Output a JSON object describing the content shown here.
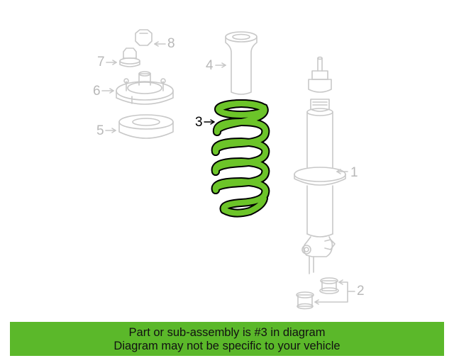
{
  "diagram": {
    "callouts": [
      {
        "id": "1",
        "label": "1",
        "highlighted": false
      },
      {
        "id": "2",
        "label": "2",
        "highlighted": false
      },
      {
        "id": "3",
        "label": "3",
        "highlighted": true
      },
      {
        "id": "4",
        "label": "4",
        "highlighted": false
      },
      {
        "id": "5",
        "label": "5",
        "highlighted": false
      },
      {
        "id": "6",
        "label": "6",
        "highlighted": false
      },
      {
        "id": "7",
        "label": "7",
        "highlighted": false
      },
      {
        "id": "8",
        "label": "8",
        "highlighted": false
      }
    ],
    "highlight_color": "#6cc429",
    "line_color": "#c8c8c8"
  },
  "banner": {
    "line1": "Part or sub-assembly is #3 in diagram",
    "line2": "Diagram may not be specific to your vehicle",
    "background": "#5bb82a"
  }
}
